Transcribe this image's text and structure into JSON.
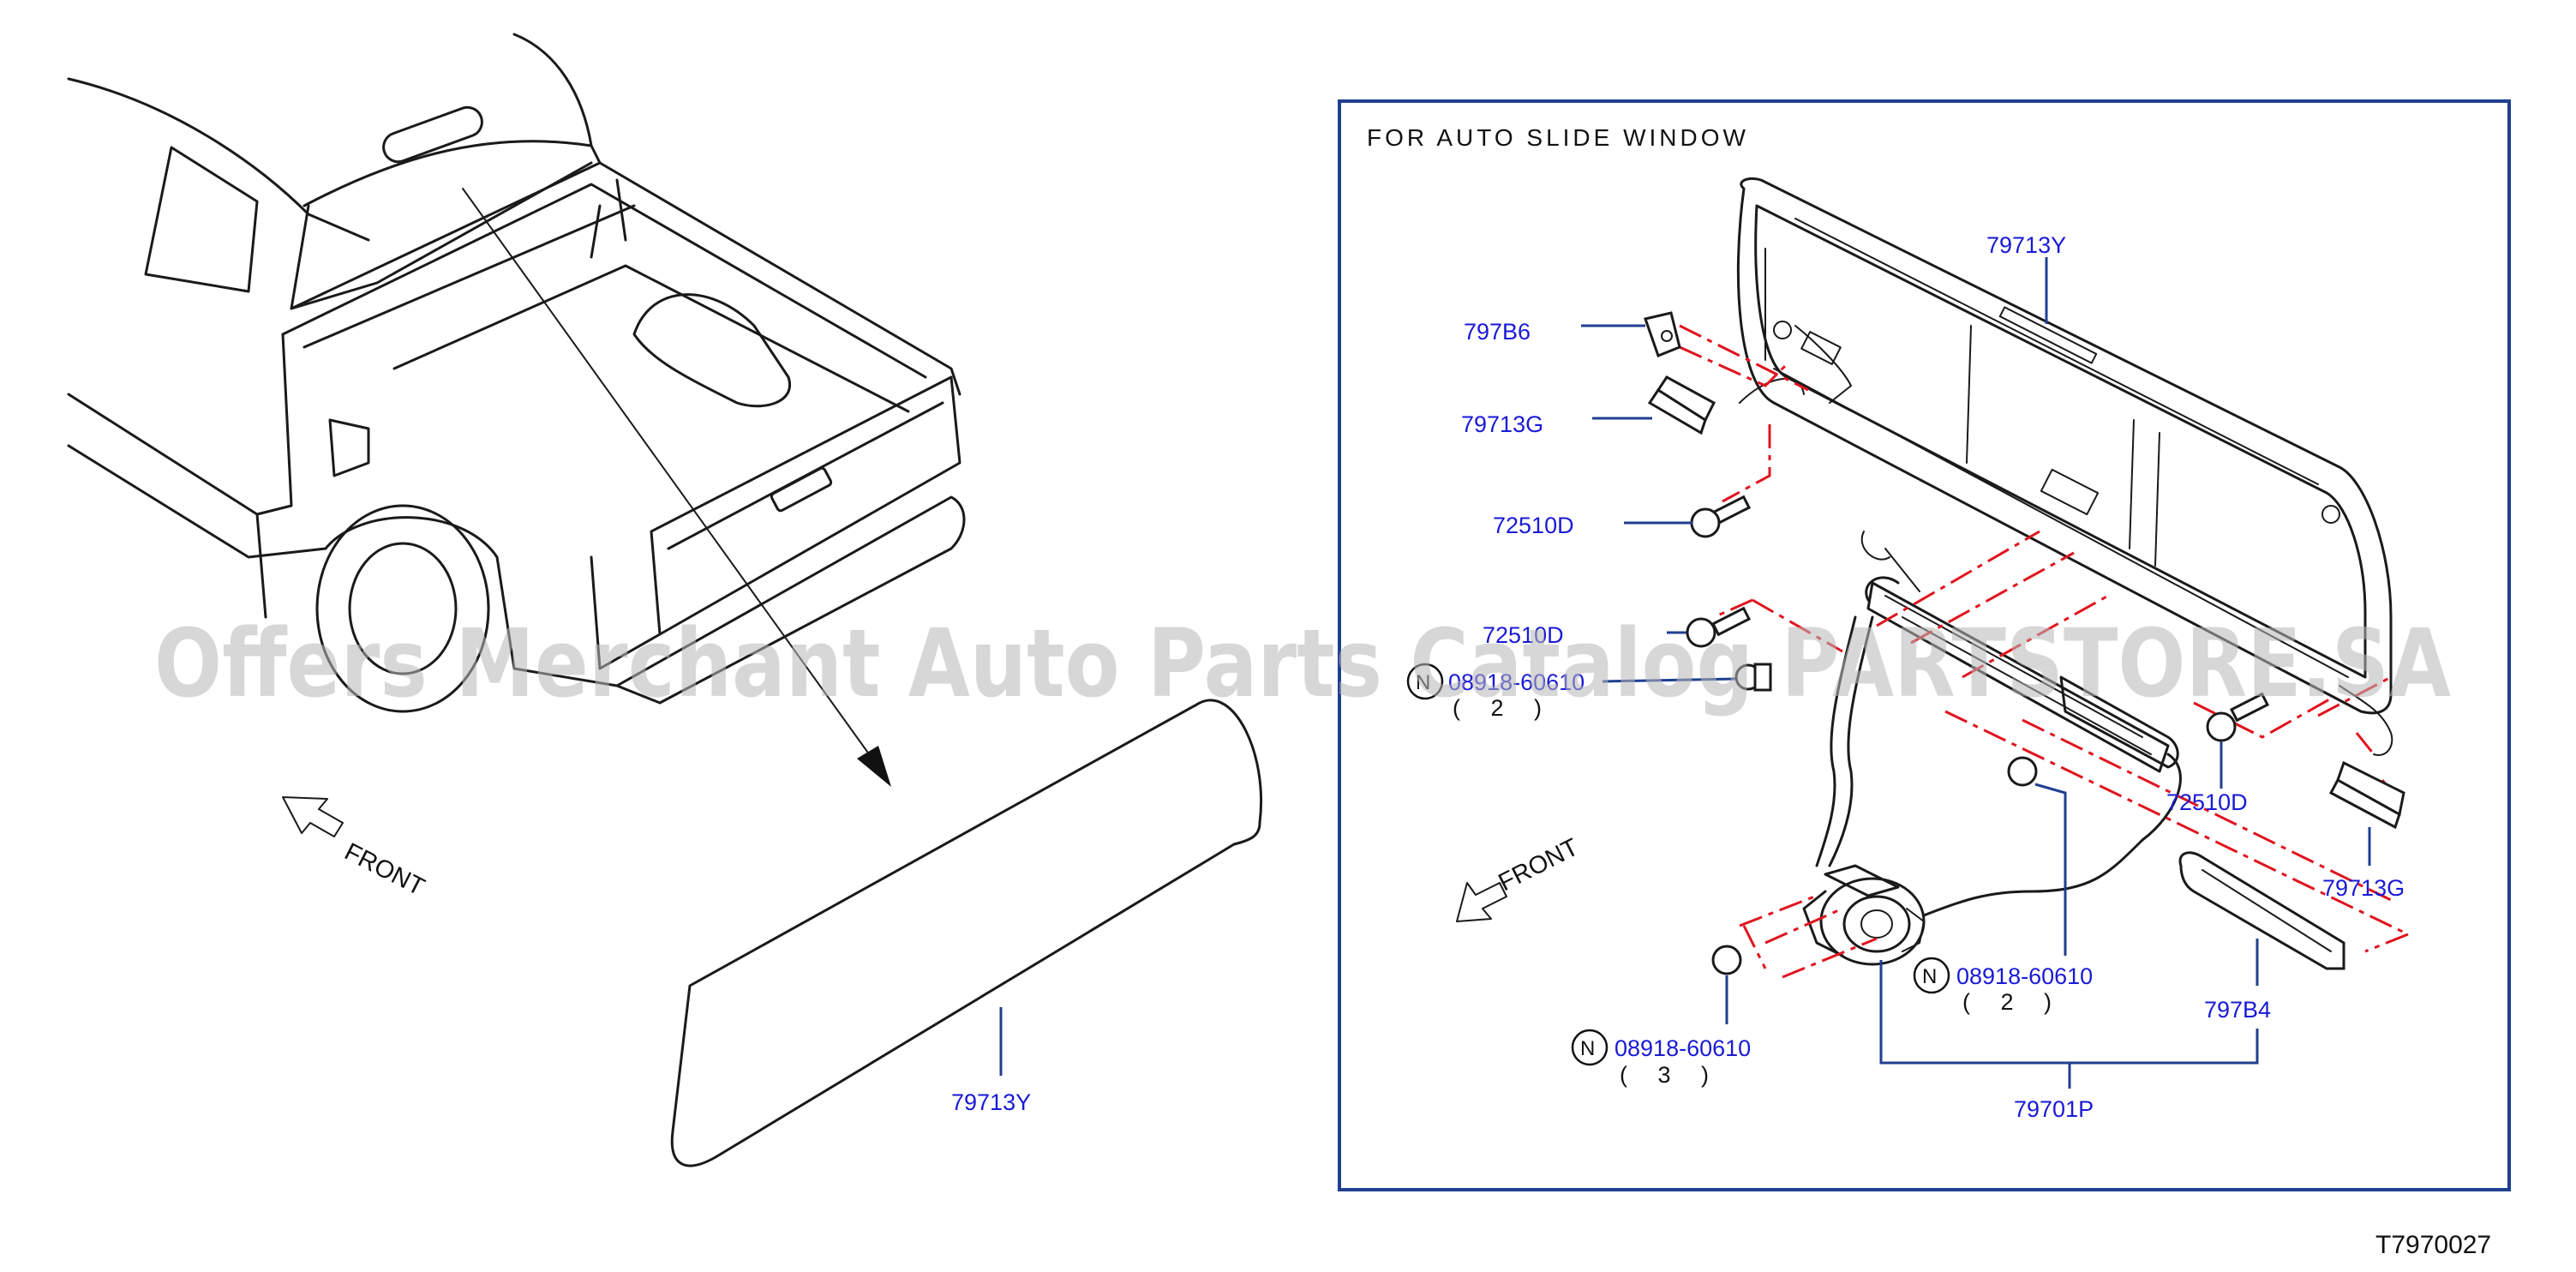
{
  "inset": {
    "title": "FOR AUTO SLIDE WINDOW"
  },
  "direction_labels": {
    "left": "FRONT",
    "right": "FRONT"
  },
  "watermark": "Offers Merchant Auto Parts Catalog PARTSTORE.SA",
  "diagram_code": "T7970027",
  "callouts": {
    "rear_window_main": "79713Y",
    "rear_window_inset": "79713Y",
    "trim_797B6": "797B6",
    "bracket_upper": "79713G",
    "bolt_upper": "72510D",
    "bolt_middle": "72510D",
    "bolt_right": "72510D",
    "bracket_lower": "79713G",
    "trim_797B4": "797B4",
    "motor_assembly": "79701P",
    "nut_a": {
      "prefix": "N",
      "number": "08918-60610",
      "qty": "( 2 )"
    },
    "nut_b": {
      "prefix": "N",
      "number": "08918-60610",
      "qty": "( 2 )"
    },
    "nut_c": {
      "prefix": "N",
      "number": "08918-60610",
      "qty": "( 3 )"
    }
  },
  "colors": {
    "label": "#1a1ad6",
    "leader": "#1f3f8f",
    "frame": "#1f3f8f",
    "dash": "#e0141e",
    "line": "#1a1a1a"
  }
}
